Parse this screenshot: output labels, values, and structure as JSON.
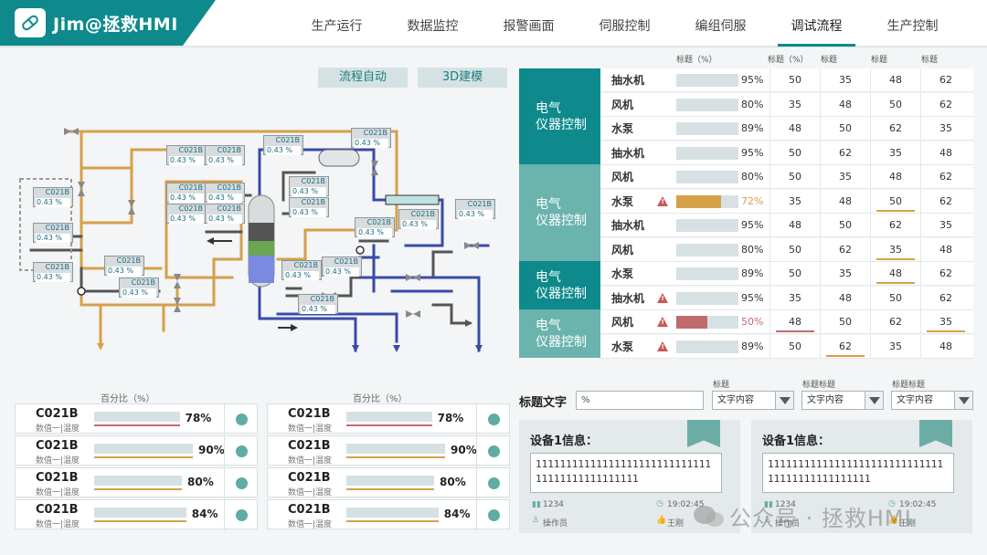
{
  "brand": {
    "title": "Jim@拯救HMI"
  },
  "nav": [
    "生产运行",
    "数据监控",
    "报警画面",
    "伺服控制",
    "编组伺服",
    "调试流程",
    "生产控制"
  ],
  "nav_active": "调试流程",
  "process": {
    "buttons": {
      "auto": "流程自动",
      "model3d": "3D建模"
    },
    "tag_name": "C021B",
    "tag_value": "0.43",
    "tag_unit": "%"
  },
  "table": {
    "header_bar": "标题（%）",
    "headers": [
      "标题（%）",
      "标题",
      "标题",
      "标题"
    ],
    "groups": [
      "电气\n仪器控制",
      "电气\n仪器控制",
      "电气\n仪器控制",
      "电气\n仪器控制"
    ],
    "rows": [
      {
        "name": "抽水机",
        "pct": "95%",
        "warn": false,
        "values": [
          "50",
          "35",
          "48",
          "62"
        ]
      },
      {
        "name": "风机",
        "pct": "80%",
        "warn": false,
        "values": [
          "35",
          "48",
          "50",
          "62"
        ]
      },
      {
        "name": "水泵",
        "pct": "89%",
        "warn": false,
        "values": [
          "48",
          "50",
          "62",
          "35"
        ]
      },
      {
        "name": "抽水机",
        "pct": "95%",
        "warn": false,
        "values": [
          "50",
          "62",
          "35",
          "48"
        ]
      },
      {
        "name": "风机",
        "pct": "80%",
        "warn": false,
        "values": [
          "50",
          "35",
          "48",
          "62"
        ]
      },
      {
        "name": "水泵",
        "pct": "72%",
        "warn": true,
        "values": [
          "35",
          "48",
          "50",
          "62"
        ]
      },
      {
        "name": "抽水机",
        "pct": "95%",
        "warn": false,
        "values": [
          "48",
          "50",
          "62",
          "35"
        ]
      },
      {
        "name": "风机",
        "pct": "80%",
        "warn": false,
        "values": [
          "50",
          "62",
          "35",
          "48"
        ]
      },
      {
        "name": "水泵",
        "pct": "89%",
        "warn": false,
        "values": [
          "50",
          "35",
          "48",
          "62"
        ]
      },
      {
        "name": "抽水机",
        "pct": "95%",
        "warn": true,
        "values": [
          "35",
          "48",
          "50",
          "62"
        ]
      },
      {
        "name": "风机",
        "pct": "50%",
        "warn": true,
        "values": [
          "48",
          "50",
          "62",
          "35"
        ]
      },
      {
        "name": "水泵",
        "pct": "89%",
        "warn": true,
        "values": [
          "50",
          "62",
          "35",
          "48"
        ]
      }
    ]
  },
  "gauges": {
    "label": "百分比（%）",
    "items": [
      {
        "name": "C021B",
        "sub": "数值一|温度",
        "pct": "78%"
      },
      {
        "name": "C021B",
        "sub": "数值一|温度",
        "pct": "90%"
      },
      {
        "name": "C021B",
        "sub": "数值一|温度",
        "pct": "80%"
      },
      {
        "name": "C021B",
        "sub": "数值一|温度",
        "pct": "84%"
      }
    ]
  },
  "filter": {
    "title": "标题文字",
    "input_value": "%",
    "select_labels": [
      "标题",
      "标题标题",
      "标题标题"
    ],
    "select_value": "文字内容"
  },
  "devices": [
    {
      "title": "设备1信息：",
      "text": "1111111111111111111111111111111111111111111111",
      "count": "1234",
      "time": "19:02:45",
      "op": "操作员",
      "user": "王刚"
    },
    {
      "title": "设备1信息：",
      "text": "1111111111111111111111111111111111111111111111",
      "count": "1234",
      "time": "19:02:45",
      "op": "操作员",
      "user": "王刚"
    }
  ],
  "watermark": "公众号 · 拯救HMI",
  "colors": {
    "teal": "#0e8a8c",
    "teal_light": "#6bada6",
    "orange": "#d6a049",
    "red": "#c06c6c",
    "blue": "#3a4aa8"
  }
}
